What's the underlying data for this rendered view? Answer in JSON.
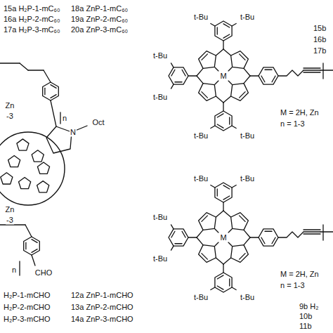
{
  "diagram": {
    "labels": [
      "15a H₂P-1-mC₆₀",
      "16a H₂P-2-mC₆₀",
      "17a H₂P-3-mC₆₀",
      "18a ZnP-1-mC₆₀",
      "19a ZnP-2-mC₆₀",
      "20a ZnP-3-mC₆₀",
      "Zn",
      "-3",
      "n",
      "N",
      "Oct",
      "t-Bu",
      "t-Bu",
      "t-Bu",
      "t-Bu",
      "t-Bu",
      "t-Bu",
      "M",
      "M = 2H, Zn",
      "n = 1-3",
      "15b",
      "16b",
      "17b",
      "Zn",
      "-3",
      "n",
      "CHO",
      "H₂P-1-mCHO",
      "12a ZnP-1-mCHO",
      "H₂P-2-mCHO",
      "13a ZnP-2-mCHO",
      "H₂P-3-mCHO",
      "14a ZnP-3-mCHO",
      "t-Bu",
      "t-Bu",
      "t-Bu",
      "t-Bu",
      "t-Bu",
      "t-Bu",
      "M",
      "M = 2H, Zn",
      "n = 1-3",
      "9b H₂",
      "10b",
      "11b"
    ]
  }
}
